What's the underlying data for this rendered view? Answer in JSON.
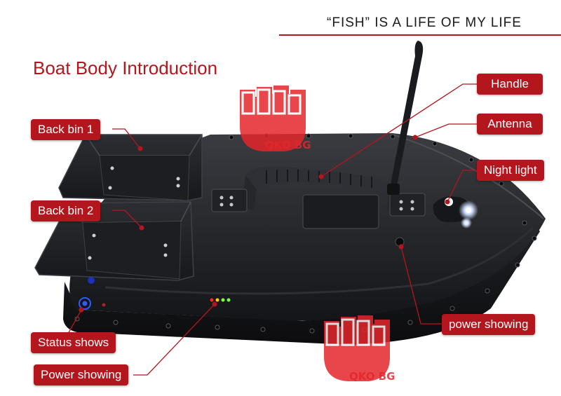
{
  "tagline": "“FISH” IS A LIFE OF MY LIFE",
  "heading": "Boat Body Introduction",
  "callouts": {
    "back_bin_1": "Back bin 1",
    "back_bin_2": "Back bin 2",
    "handle": "Handle",
    "antenna": "Antenna",
    "night_light": "Night light",
    "power_showing_right": "power showing",
    "status_shows": "Status shows",
    "power_showing_bottom": "Power showing"
  },
  "watermark": {
    "text": "QKO BG",
    "icon": "raised-fist-icon"
  },
  "colors": {
    "accent": "#b3161c",
    "hull": "#1c1d20",
    "led_red": "#ff2a1a",
    "led_green": "#7dff3a"
  }
}
